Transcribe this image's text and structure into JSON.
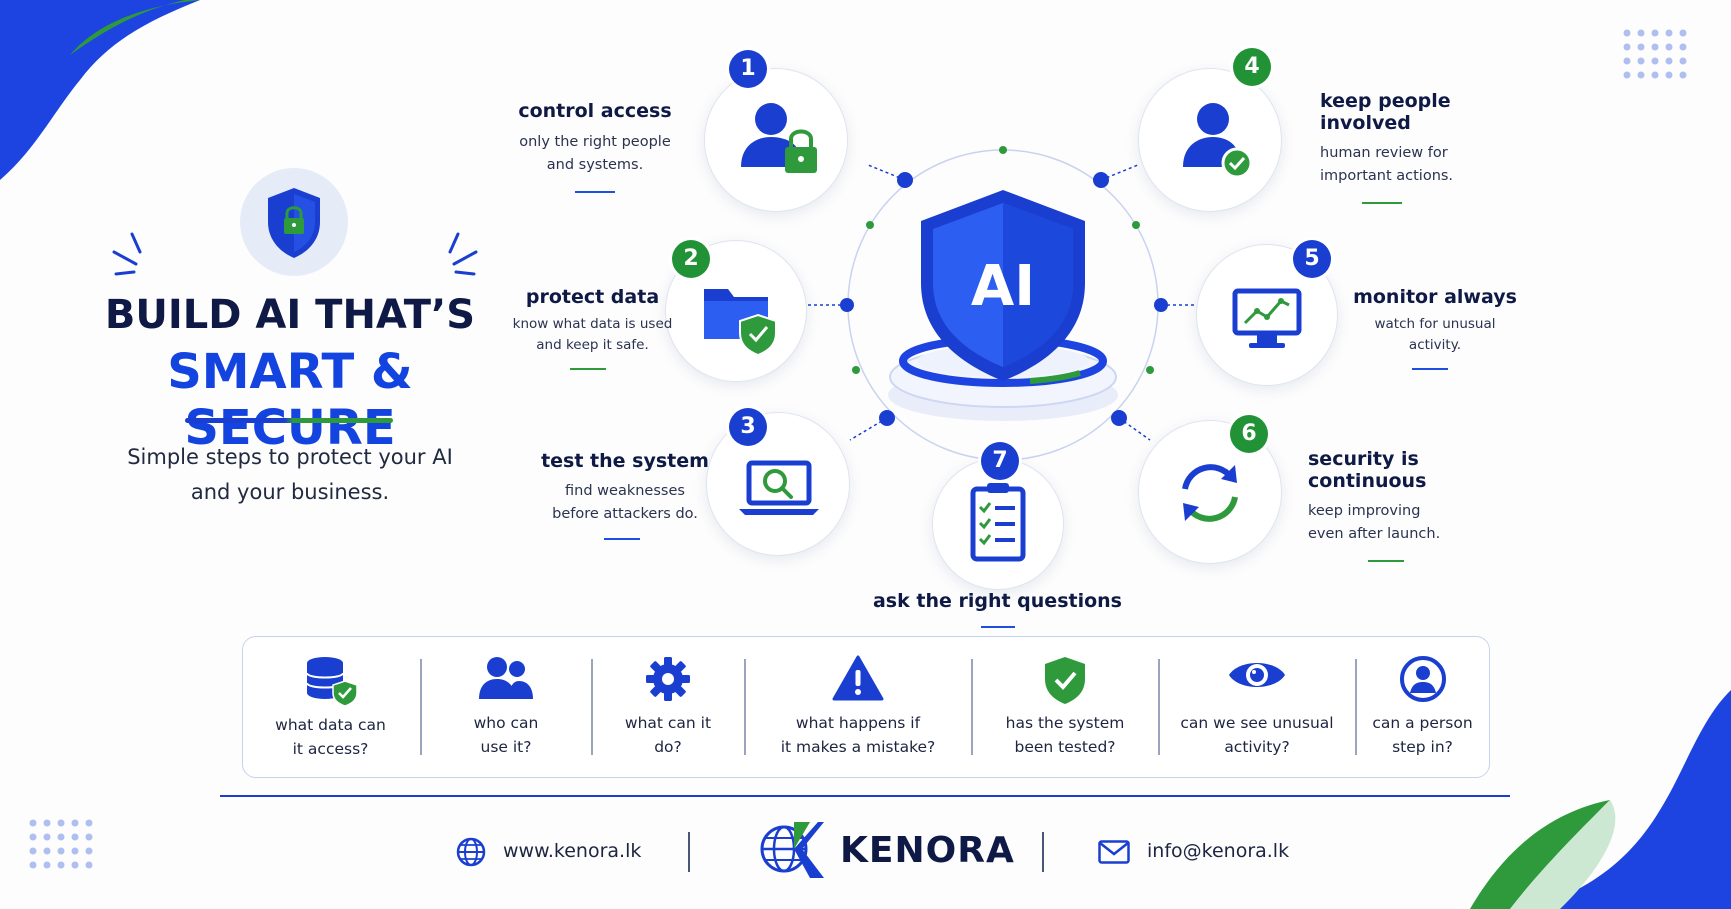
{
  "header": {
    "title_line1": "BUILD AI THAT’S",
    "title_line2": "SMART & SECURE",
    "subtitle_line1": "Simple steps to protect your AI",
    "subtitle_line2": "and your business."
  },
  "center": {
    "shield_text": "AI"
  },
  "steps": [
    {
      "number": "1",
      "title": "control access",
      "desc_line1": "only the right people",
      "desc_line2": "and systems."
    },
    {
      "number": "2",
      "title": "protect data",
      "desc_line1": "know what data is used",
      "desc_line2": "and keep it safe."
    },
    {
      "number": "3",
      "title": "test the system",
      "desc_line1": "find weaknesses",
      "desc_line2": "before attackers do."
    },
    {
      "number": "4",
      "title_line1": "keep people",
      "title_line2": "involved",
      "desc_line1": "human review for",
      "desc_line2": "important actions."
    },
    {
      "number": "5",
      "title": "monitor always",
      "desc_line1": "watch for unusual",
      "desc_line2": "activity."
    },
    {
      "number": "6",
      "title_line1": "security is",
      "title_line2": "continuous",
      "desc_line1": "keep improving",
      "desc_line2": "even after launch."
    },
    {
      "number": "7",
      "title": "ask the right questions"
    }
  ],
  "questions": [
    {
      "line1": "what data can",
      "line2": "it access?",
      "icon": "database-check-icon"
    },
    {
      "line1": "who can",
      "line2": "use it?",
      "icon": "users-icon"
    },
    {
      "line1": "what can it",
      "line2": "do?",
      "icon": "gear-icon"
    },
    {
      "line1": "what happens if",
      "line2": "it makes a mistake?",
      "icon": "warning-icon"
    },
    {
      "line1": "has the system",
      "line2": "been tested?",
      "icon": "shield-check-icon"
    },
    {
      "line1": "can we see unusual",
      "line2": "activity?",
      "icon": "eye-icon"
    },
    {
      "line1": "can a person",
      "line2": "step in?",
      "icon": "person-circle-icon"
    }
  ],
  "footer": {
    "website": "www.kenora.lk",
    "brand": "KENORA",
    "email": "info@kenora.lk"
  },
  "colors": {
    "primary_blue": "#1a3fd0",
    "accent_green": "#219336",
    "navy": "#0e1a45"
  }
}
